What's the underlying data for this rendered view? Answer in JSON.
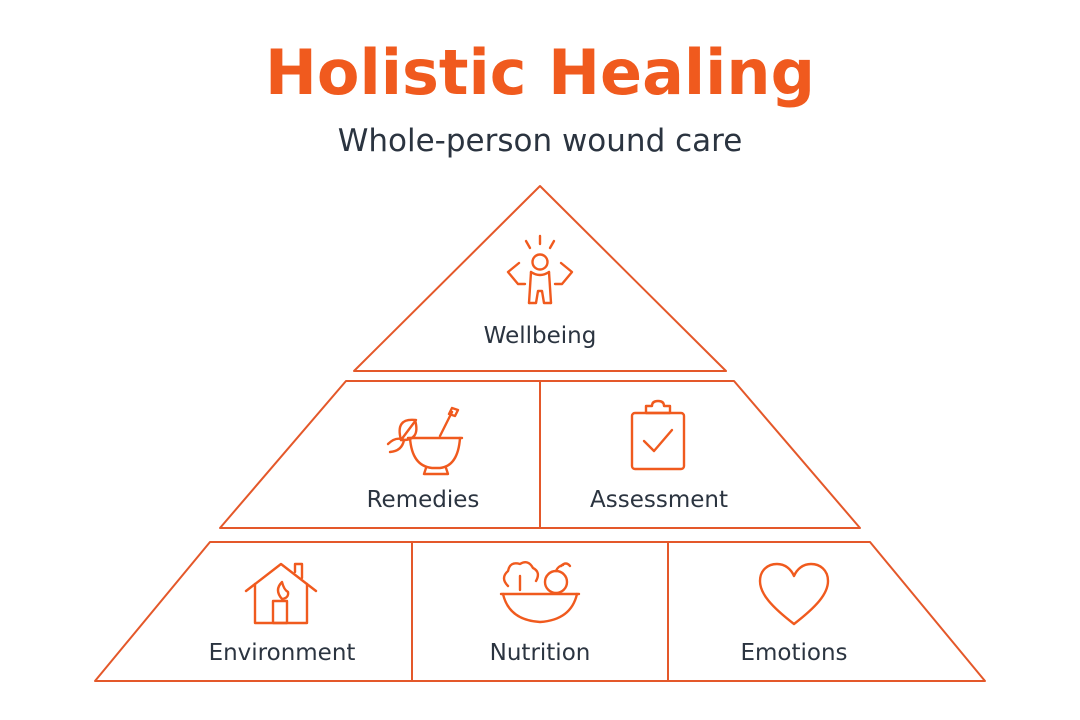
{
  "header": {
    "title": "Holistic Healing",
    "subtitle": "Whole-person wound care"
  },
  "colors": {
    "accent": "#f05a1e",
    "line": "#e4582a",
    "text": "#2b3440"
  },
  "pyramid": {
    "top": [
      {
        "label": "Wellbeing",
        "icon": "person-celebrating-icon"
      }
    ],
    "middle": [
      {
        "label": "Remedies",
        "icon": "mortar-pestle-leaf-icon"
      },
      {
        "label": "Assessment",
        "icon": "clipboard-check-icon"
      }
    ],
    "bottom": [
      {
        "label": "Environment",
        "icon": "house-candle-icon"
      },
      {
        "label": "Nutrition",
        "icon": "fruit-bowl-icon"
      },
      {
        "label": "Emotions",
        "icon": "heart-icon"
      }
    ]
  }
}
